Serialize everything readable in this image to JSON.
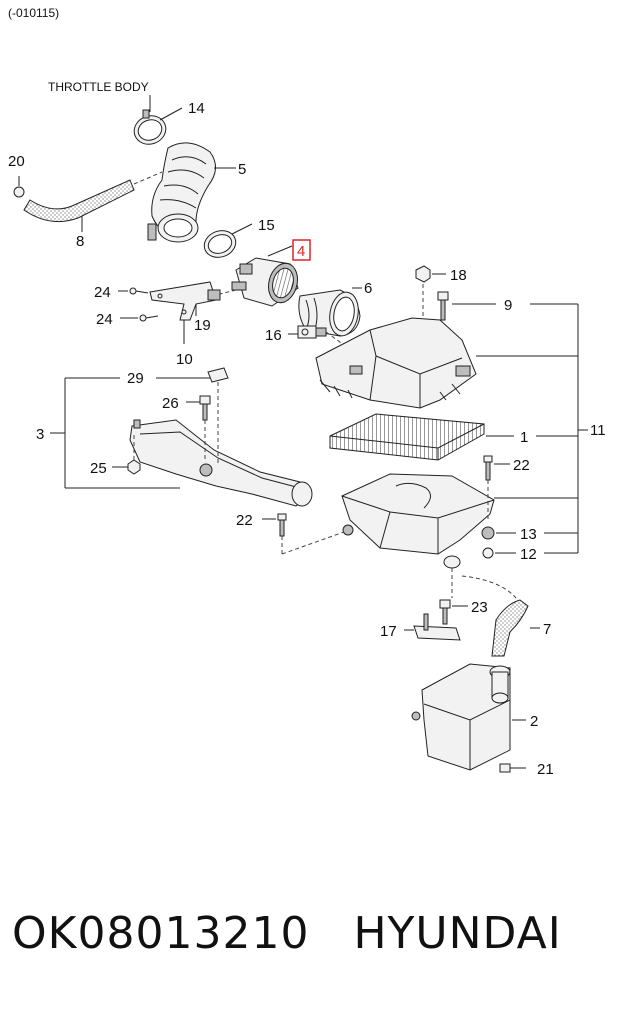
{
  "header_note": "(-010115)",
  "throttle_label": "THROTTLE BODY",
  "callouts": [
    {
      "id": "c14",
      "text": "14"
    },
    {
      "id": "c5",
      "text": "5"
    },
    {
      "id": "c20",
      "text": "20"
    },
    {
      "id": "c8",
      "text": "8"
    },
    {
      "id": "c15",
      "text": "15"
    },
    {
      "id": "c4",
      "text": "4"
    },
    {
      "id": "c18",
      "text": "18"
    },
    {
      "id": "c9",
      "text": "9"
    },
    {
      "id": "c6",
      "text": "6"
    },
    {
      "id": "c24a",
      "text": "24"
    },
    {
      "id": "c24b",
      "text": "24"
    },
    {
      "id": "c19",
      "text": "19"
    },
    {
      "id": "c16",
      "text": "16"
    },
    {
      "id": "c10",
      "text": "10"
    },
    {
      "id": "c29",
      "text": "29"
    },
    {
      "id": "c26",
      "text": "26"
    },
    {
      "id": "c3",
      "text": "3"
    },
    {
      "id": "c1",
      "text": "1"
    },
    {
      "id": "c11",
      "text": "11"
    },
    {
      "id": "c22a",
      "text": "22"
    },
    {
      "id": "c25",
      "text": "25"
    },
    {
      "id": "c22b",
      "text": "22"
    },
    {
      "id": "c13",
      "text": "13"
    },
    {
      "id": "c12",
      "text": "12"
    },
    {
      "id": "c23",
      "text": "23"
    },
    {
      "id": "c17",
      "text": "17"
    },
    {
      "id": "c7",
      "text": "7"
    },
    {
      "id": "c2",
      "text": "2"
    },
    {
      "id": "c21",
      "text": "21"
    }
  ],
  "highlight_callout": "4",
  "highlight_color": "#d9252a",
  "footer": {
    "part_number": "OK08013210",
    "brand": "HYUNDAI"
  }
}
